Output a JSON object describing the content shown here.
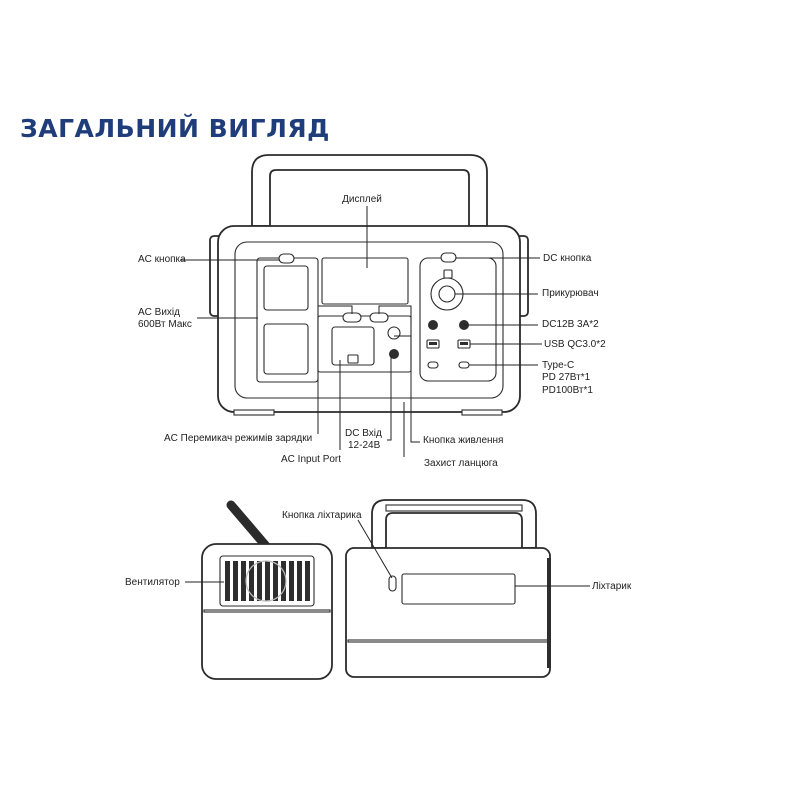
{
  "title": "ЗАГАЛЬНИЙ ВИГЛЯД",
  "labels": {
    "display": "Дисплей",
    "ac_button": "AC кнопка",
    "dc_button": "DC кнопка",
    "ac_output_1": "AC Вихід",
    "ac_output_2": "600Вт Макс",
    "car_lighter": "Прикурювач",
    "dc12v": "DC12В 3А*2",
    "usb_qc": "USB QC3.0*2",
    "typec_1": "Type-C",
    "typec_2": "PD 27Вт*1",
    "typec_3": "PD100Вт*1",
    "ac_switch": "AC Перемикач режимів зарядки",
    "dc_input_1": "DC Вхід",
    "dc_input_2": "12-24В",
    "power_button": "Кнопка живлення",
    "ac_input": "AC Input Port",
    "circuit_protection": "Захист ланцюга",
    "flashlight_button": "Кнопка ліхтарика",
    "fan": "Вентилятор",
    "flashlight": "Ліхтарик"
  },
  "colors": {
    "title": "#1f3d7a",
    "outline": "#2b2b2b",
    "fill_dark": "#2e2e2e"
  }
}
